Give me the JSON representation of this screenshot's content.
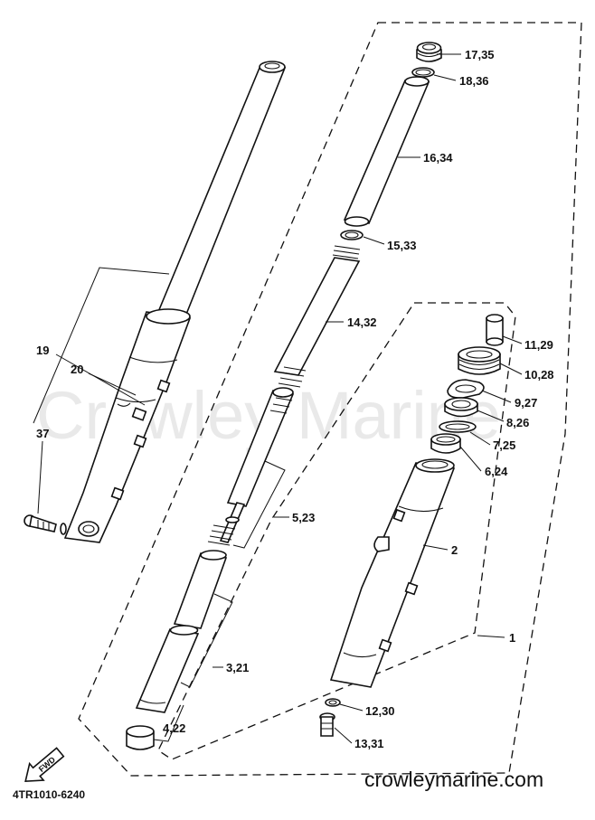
{
  "watermark": "Crowley Marine",
  "website": "crowleymarine.com",
  "diagram_code": "4TR1010-6240",
  "direction_arrow": "FWD",
  "callouts": {
    "c17_35": "17,35",
    "c18_36": "18,36",
    "c16_34": "16,34",
    "c15_33": "15,33",
    "c14_32": "14,32",
    "c11_29": "11,29",
    "c10_28": "10,28",
    "c9_27": "9,27",
    "c8_26": "8,26",
    "c7_25": "7,25",
    "c6_24": "6,24",
    "c5_23": "5,23",
    "c2": "2",
    "c1": "1",
    "c3_21": "3,21",
    "c4_22": "4,22",
    "c12_30": "12,30",
    "c13_31": "13,31",
    "c19": "19",
    "c20": "20",
    "c37": "37"
  }
}
